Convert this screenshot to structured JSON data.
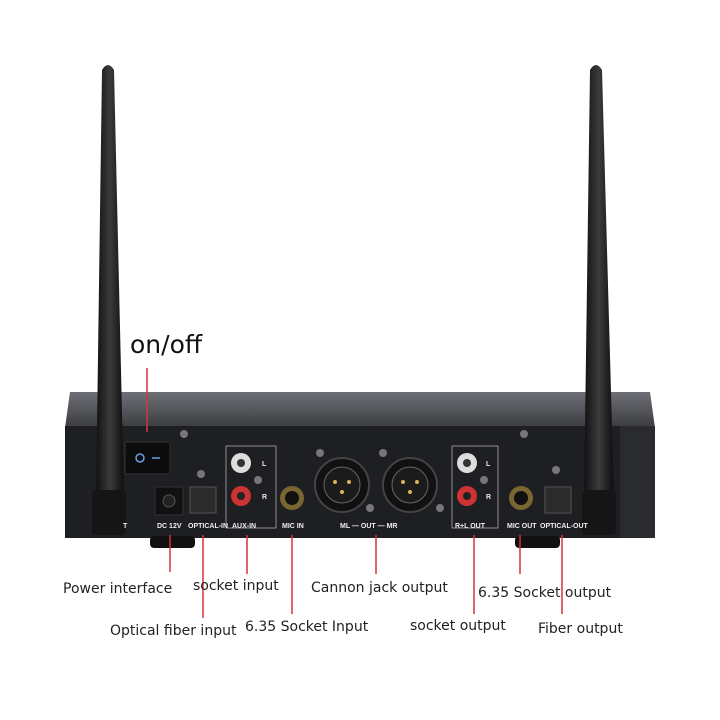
{
  "switch_label": "on/off",
  "panel_labels": {
    "t": "T",
    "dc": "DC 12V",
    "optical_in": "OPTICAL-IN",
    "aux_in": "AUX-IN",
    "aux_l": "L",
    "aux_r": "R",
    "mic_in": "MIC IN",
    "out": "ML — OUT — MR",
    "rl_out": "R+L OUT",
    "rl_l": "L",
    "rl_r": "R",
    "mic_out": "MIC OUT",
    "optical_out": "OPTICAL-OUT"
  },
  "callouts": [
    {
      "id": "power",
      "text": "Power interface"
    },
    {
      "id": "socket-input",
      "text": "socket input"
    },
    {
      "id": "cannon",
      "text": "Cannon jack output"
    },
    {
      "id": "socket-635-output",
      "text": "6.35 Socket output"
    },
    {
      "id": "optical-in",
      "text": "Optical fiber input"
    },
    {
      "id": "socket-635-input",
      "text": "6.35 Socket Input"
    },
    {
      "id": "socket-output",
      "text": "socket output"
    },
    {
      "id": "fiber-output",
      "text": "Fiber output"
    }
  ],
  "colors": {
    "leader_line": "#d8343a",
    "device": "#1e1f22",
    "background": "#ffffff"
  }
}
